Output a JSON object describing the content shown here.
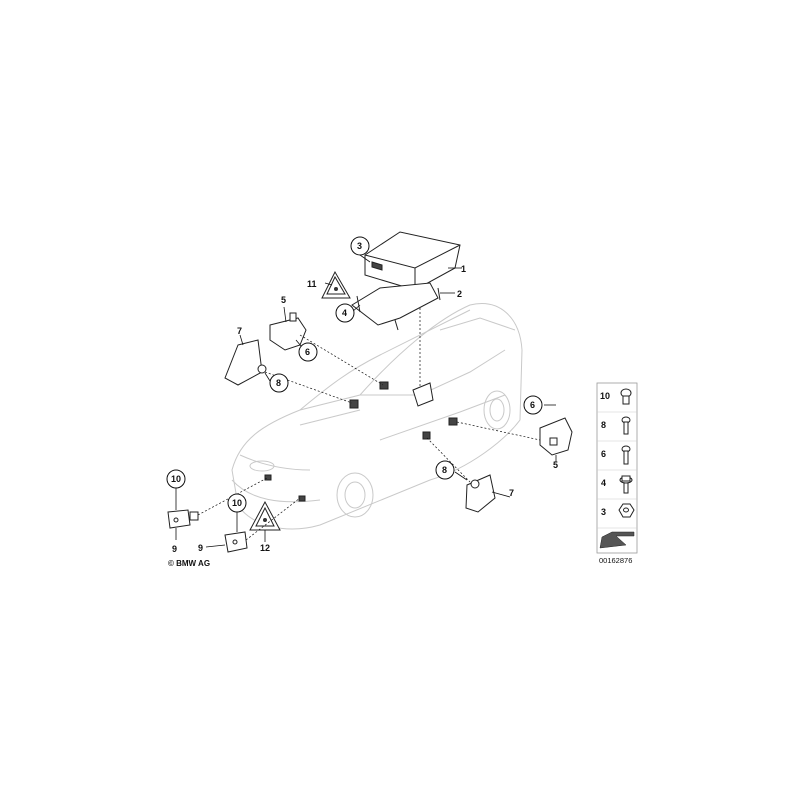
{
  "callouts": {
    "c1": "1",
    "c2": "2",
    "c3": "3",
    "c4": "4",
    "c5_top": "5",
    "c6_top": "6",
    "c7_left": "7",
    "c8_left": "8",
    "c11": "11",
    "c6_right": "6",
    "c5_right": "5",
    "c8_right": "8",
    "c7_right": "7",
    "c10_a": "10",
    "c9_a": "9",
    "c10_b": "10",
    "c9_b": "9",
    "c12": "12"
  },
  "fastener_panel": {
    "items": [
      {
        "number": "10"
      },
      {
        "number": "8"
      },
      {
        "number": "6"
      },
      {
        "number": "4"
      },
      {
        "number": "3"
      }
    ],
    "part_code": "00162876"
  },
  "copyright": "© BMW AG"
}
